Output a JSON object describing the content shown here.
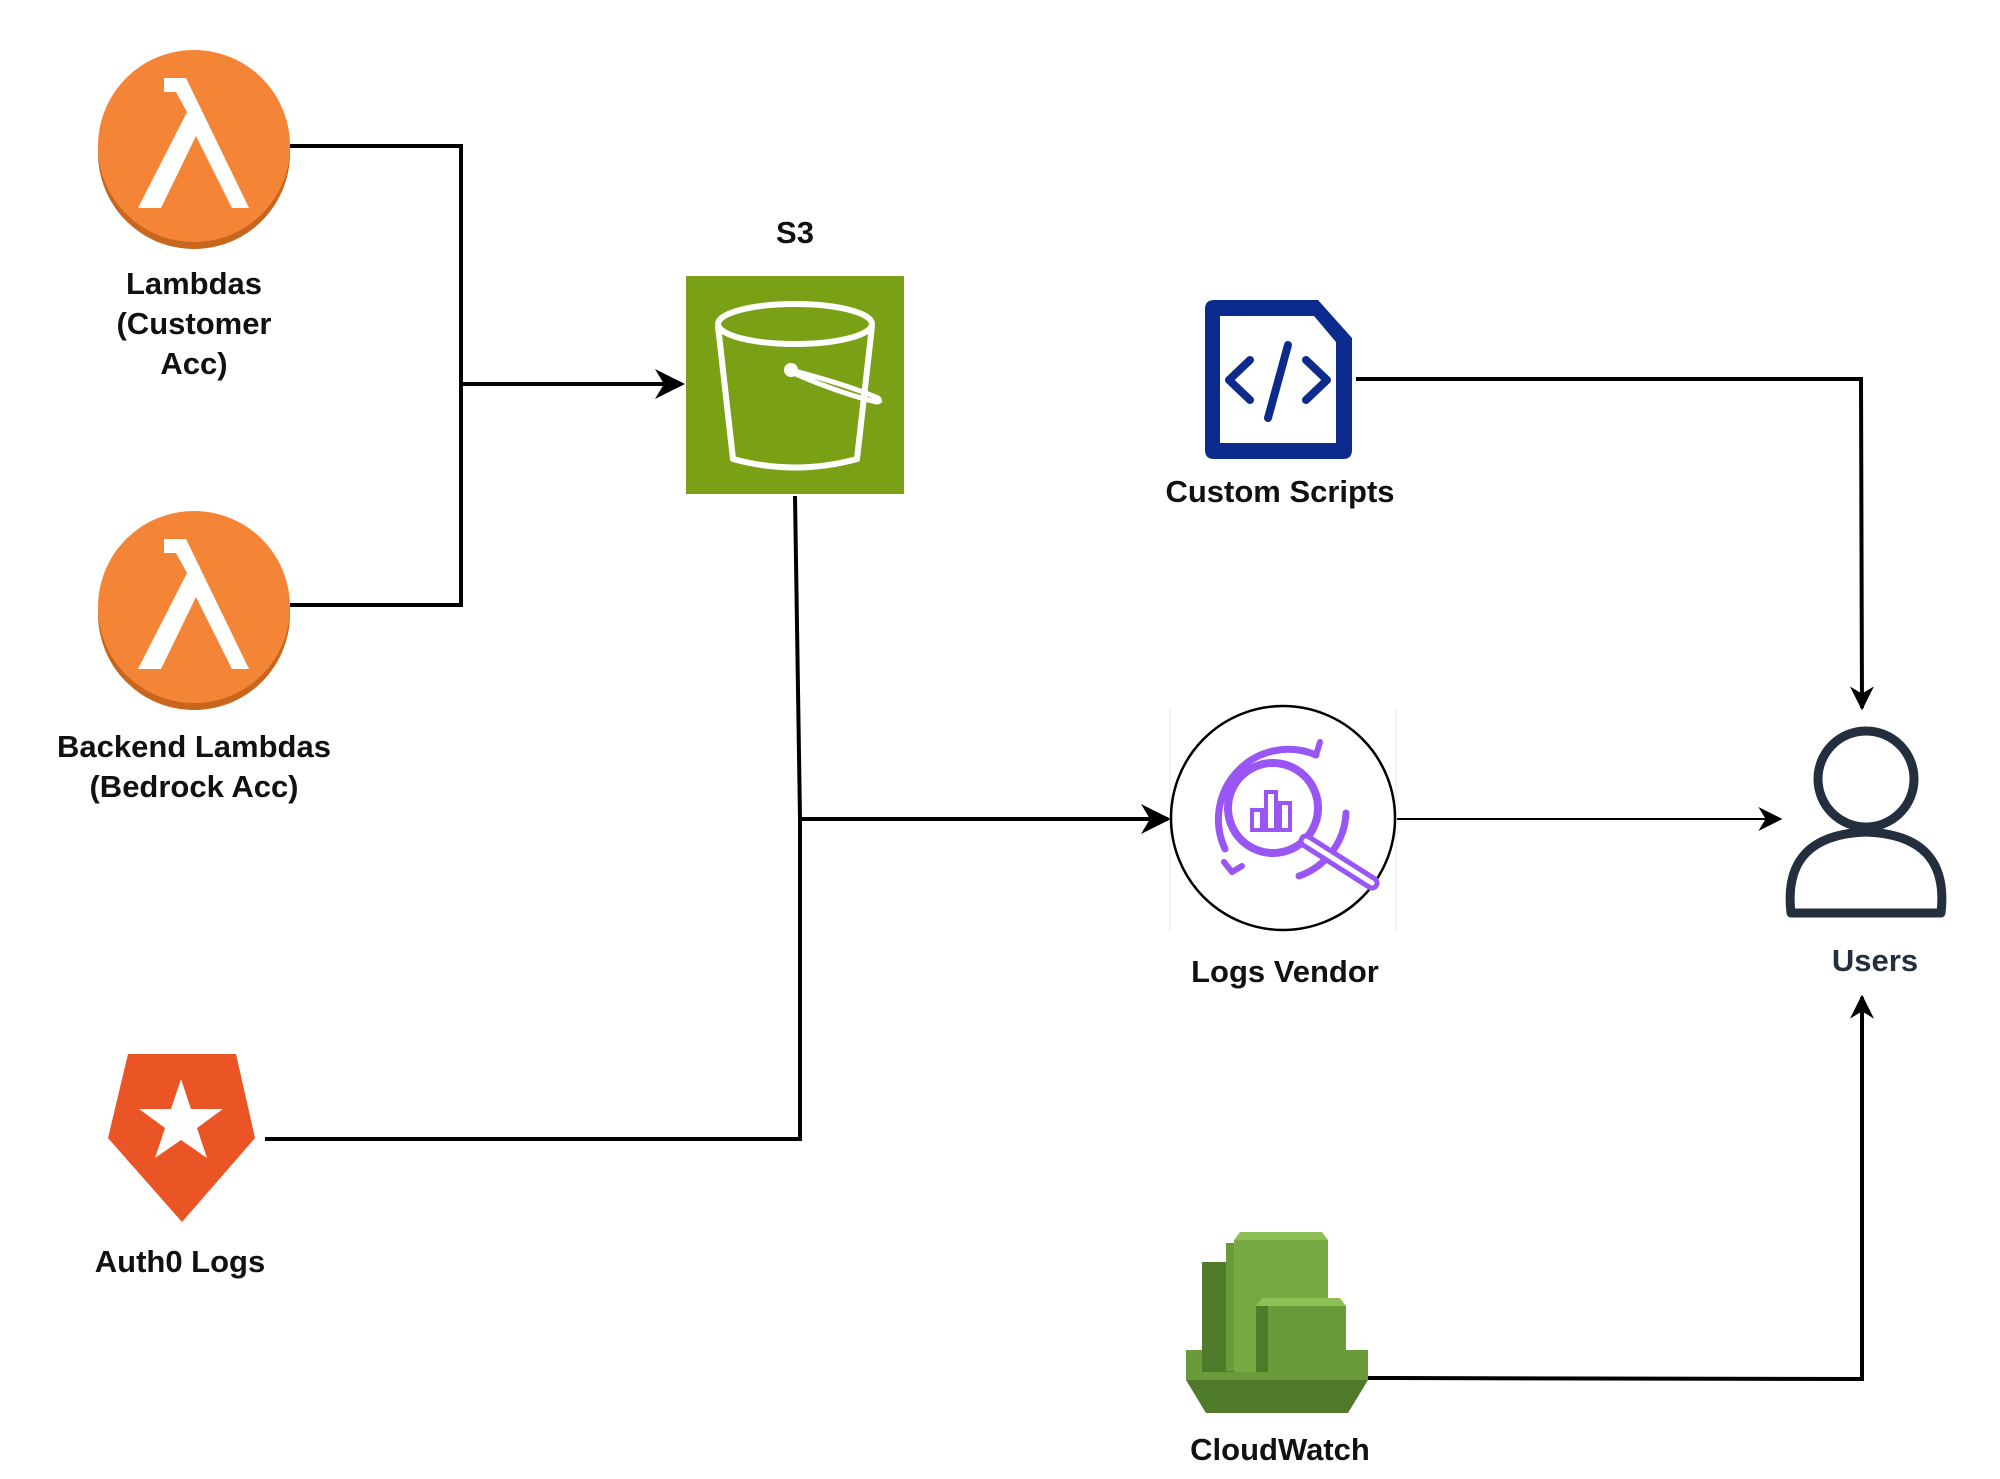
{
  "diagram": {
    "nodes": {
      "lambdas_customer": {
        "lines": [
          "Lambdas",
          "(Customer",
          "Acc)"
        ],
        "icon": "lambda-icon",
        "color": "#f58536"
      },
      "backend_lambdas": {
        "lines": [
          "Backend Lambdas",
          "(Bedrock Acc)"
        ],
        "icon": "lambda-icon",
        "color": "#f58536"
      },
      "auth0_logs": {
        "label": "Auth0 Logs",
        "icon": "auth0-icon",
        "color": "#eb5424"
      },
      "s3": {
        "label": "S3",
        "icon": "s3-bucket-icon",
        "color": "#7aa116"
      },
      "custom_scripts": {
        "label": "Custom Scripts",
        "icon": "code-file-icon",
        "color": "#0d2b8c"
      },
      "logs_vendor": {
        "label": "Logs Vendor",
        "icon": "log-analytics-icon",
        "color": "#9a55f5"
      },
      "cloudwatch": {
        "label": "CloudWatch",
        "icon": "cloudwatch-icon",
        "color": "#6b9a3a"
      },
      "users": {
        "label": "Users",
        "icon": "user-icon",
        "color": "#232f3e"
      }
    },
    "edges": [
      {
        "from": "lambdas_customer",
        "to": "s3"
      },
      {
        "from": "backend_lambdas",
        "to": "s3"
      },
      {
        "from": "s3",
        "to": "logs_vendor"
      },
      {
        "from": "auth0_logs",
        "to": "logs_vendor"
      },
      {
        "from": "logs_vendor",
        "to": "users"
      },
      {
        "from": "custom_scripts",
        "to": "users"
      },
      {
        "from": "cloudwatch",
        "to": "users"
      }
    ]
  }
}
